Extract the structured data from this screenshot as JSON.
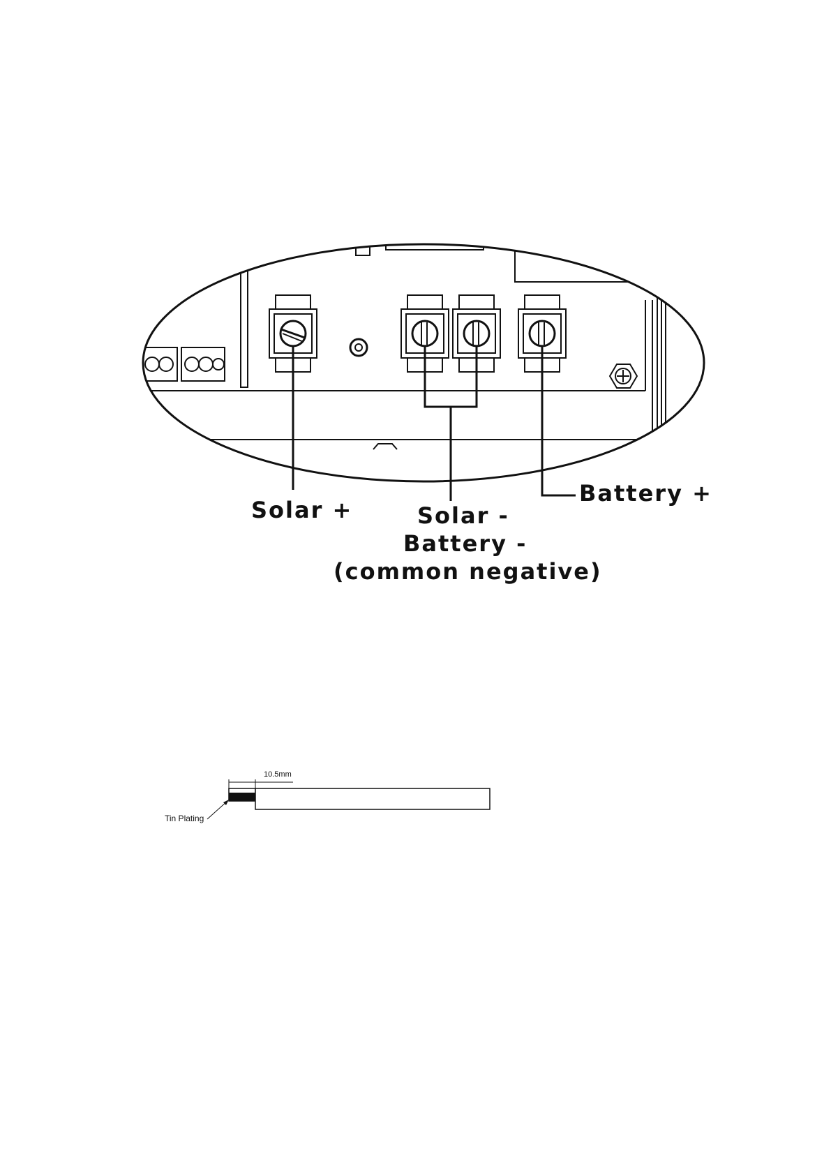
{
  "terminal_diagram": {
    "labels": {
      "solar_plus": "Solar +",
      "battery_plus": "Battery +",
      "solar_minus": "Solar -",
      "battery_minus": "Battery -",
      "common_negative": "(common negative)"
    }
  },
  "wire_diagram": {
    "dimension": "10.5mm",
    "tin_plating": "Tin Plating"
  },
  "colors": {
    "line": "#111111",
    "background": "#ffffff"
  }
}
